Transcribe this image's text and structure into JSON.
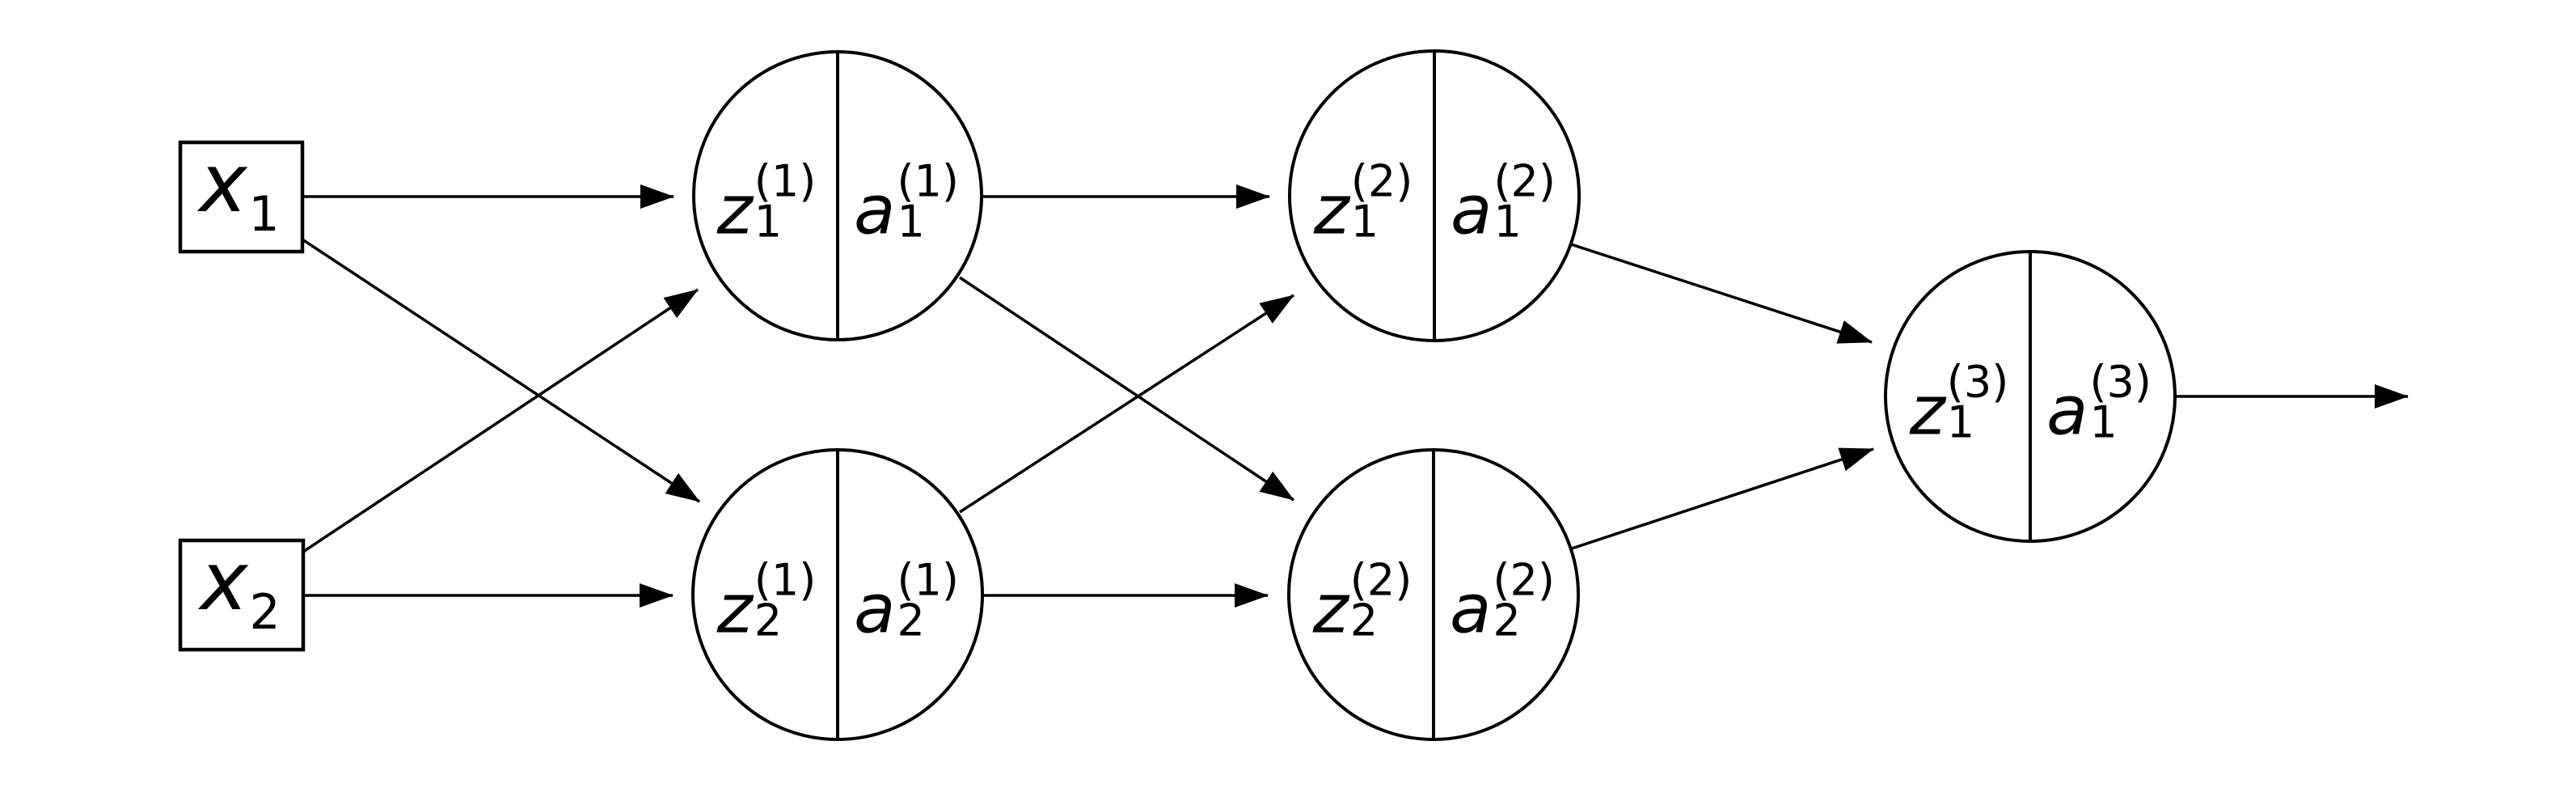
{
  "diagram": {
    "description": "feed-forward neural network diagram",
    "colors": {
      "background": "#ffffff",
      "stroke": "#000000"
    },
    "inputs": {
      "x1": {
        "letter": "x",
        "sub": "1"
      },
      "x2": {
        "letter": "x",
        "sub": "2"
      }
    },
    "neurons": {
      "h11": {
        "z": {
          "letter": "z",
          "sup": "(1)",
          "sub": "1"
        },
        "a": {
          "letter": "a",
          "sup": "(1)",
          "sub": "1"
        }
      },
      "h12": {
        "z": {
          "letter": "z",
          "sup": "(1)",
          "sub": "2"
        },
        "a": {
          "letter": "a",
          "sup": "(1)",
          "sub": "2"
        }
      },
      "h21": {
        "z": {
          "letter": "z",
          "sup": "(2)",
          "sub": "1"
        },
        "a": {
          "letter": "a",
          "sup": "(2)",
          "sub": "1"
        }
      },
      "h22": {
        "z": {
          "letter": "z",
          "sup": "(2)",
          "sub": "2"
        },
        "a": {
          "letter": "a",
          "sup": "(2)",
          "sub": "2"
        }
      },
      "out": {
        "z": {
          "letter": "z",
          "sup": "(3)",
          "sub": "1"
        },
        "a": {
          "letter": "a",
          "sup": "(3)",
          "sub": "1"
        }
      }
    },
    "connections": [
      {
        "from": "x1",
        "to": "h11"
      },
      {
        "from": "x1",
        "to": "h12"
      },
      {
        "from": "x2",
        "to": "h11"
      },
      {
        "from": "x2",
        "to": "h12"
      },
      {
        "from": "h11",
        "to": "h21"
      },
      {
        "from": "h11",
        "to": "h22"
      },
      {
        "from": "h12",
        "to": "h21"
      },
      {
        "from": "h12",
        "to": "h22"
      },
      {
        "from": "h21",
        "to": "out"
      },
      {
        "from": "h22",
        "to": "out"
      },
      {
        "from": "out",
        "to": "output"
      }
    ]
  }
}
